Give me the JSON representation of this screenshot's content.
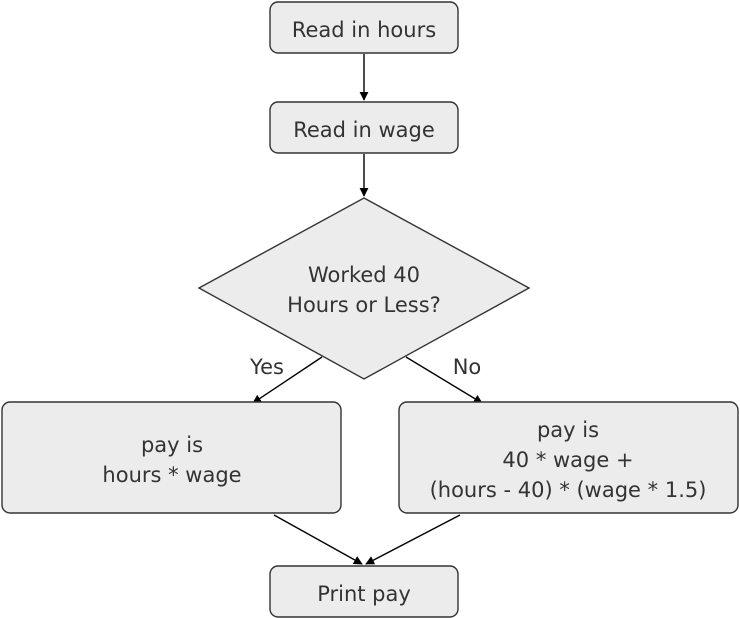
{
  "colors": {
    "node_fill": "#ececec",
    "node_stroke": "#333333",
    "text": "#333333",
    "edge": "#000000",
    "background": "#ffffff"
  },
  "nodes": {
    "read_hours": {
      "label": "Read in hours"
    },
    "read_wage": {
      "label": "Read in wage"
    },
    "decision": {
      "line1": "Worked 40",
      "line2": "Hours or Less?"
    },
    "pay_yes": {
      "line1": "pay is",
      "line2": "hours * wage"
    },
    "pay_no": {
      "line1": "pay is",
      "line2": "40 * wage +",
      "line3": "(hours - 40) * (wage * 1.5)"
    },
    "print_pay": {
      "label": "Print pay"
    }
  },
  "edges": {
    "yes_label": "Yes",
    "no_label": "No"
  }
}
